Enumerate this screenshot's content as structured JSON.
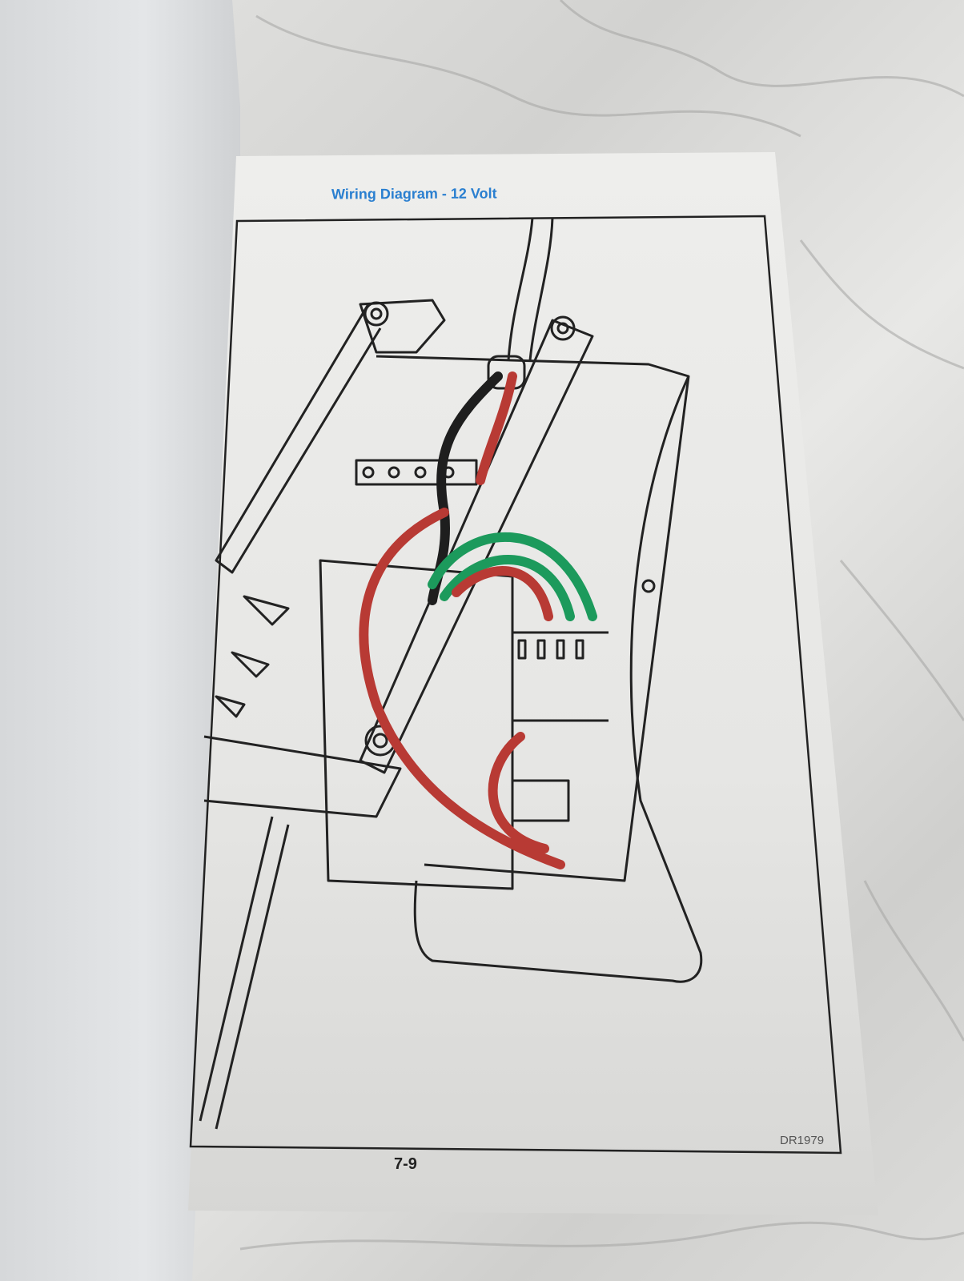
{
  "page": {
    "title": "Wiring Diagram - 12 Volt",
    "page_number": "7-9",
    "drawing_ref": "DR1979"
  },
  "wire_colors": {
    "red": "#b83a34",
    "black": "#1e1e1e",
    "green": "#1c9a5c"
  },
  "title_color": "#2a7fd0"
}
